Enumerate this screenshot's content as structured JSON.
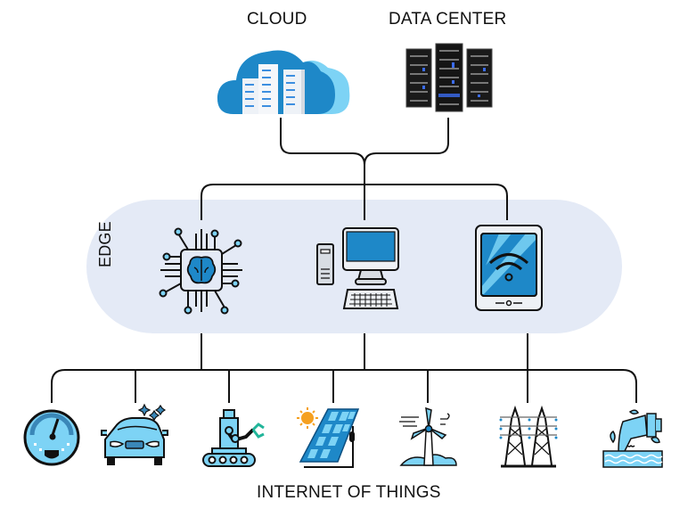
{
  "diagram": {
    "tiers": {
      "cloud": {
        "label": "CLOUD",
        "icon": "cloud-servers-icon"
      },
      "data_center": {
        "label": "DATA CENTER",
        "icon": "server-racks-icon"
      },
      "edge": {
        "label": "EDGE",
        "devices": [
          {
            "name": "ai-chip",
            "icon": "ai-brain-chip-icon"
          },
          {
            "name": "desktop-computer",
            "icon": "desktop-computer-icon"
          },
          {
            "name": "tablet",
            "icon": "tablet-wifi-icon"
          }
        ]
      },
      "iot": {
        "label": "INTERNET OF THINGS",
        "devices": [
          {
            "name": "gauge",
            "icon": "speedometer-gauge-icon"
          },
          {
            "name": "smart-car",
            "icon": "smart-car-icon"
          },
          {
            "name": "robot-arm",
            "icon": "industrial-robot-icon"
          },
          {
            "name": "solar-panel",
            "icon": "solar-panel-icon"
          },
          {
            "name": "wind-turbine",
            "icon": "wind-turbine-icon"
          },
          {
            "name": "power-lines",
            "icon": "transmission-tower-icon"
          },
          {
            "name": "water-pipe",
            "icon": "water-outflow-icon"
          }
        ]
      }
    },
    "colors": {
      "edge_band": "#e4eaf6",
      "primary_blue": "#1e88c8",
      "light_blue": "#7dd3f5",
      "line": "#111111",
      "accent_teal": "#22b59a",
      "sun": "#f5a020"
    }
  }
}
